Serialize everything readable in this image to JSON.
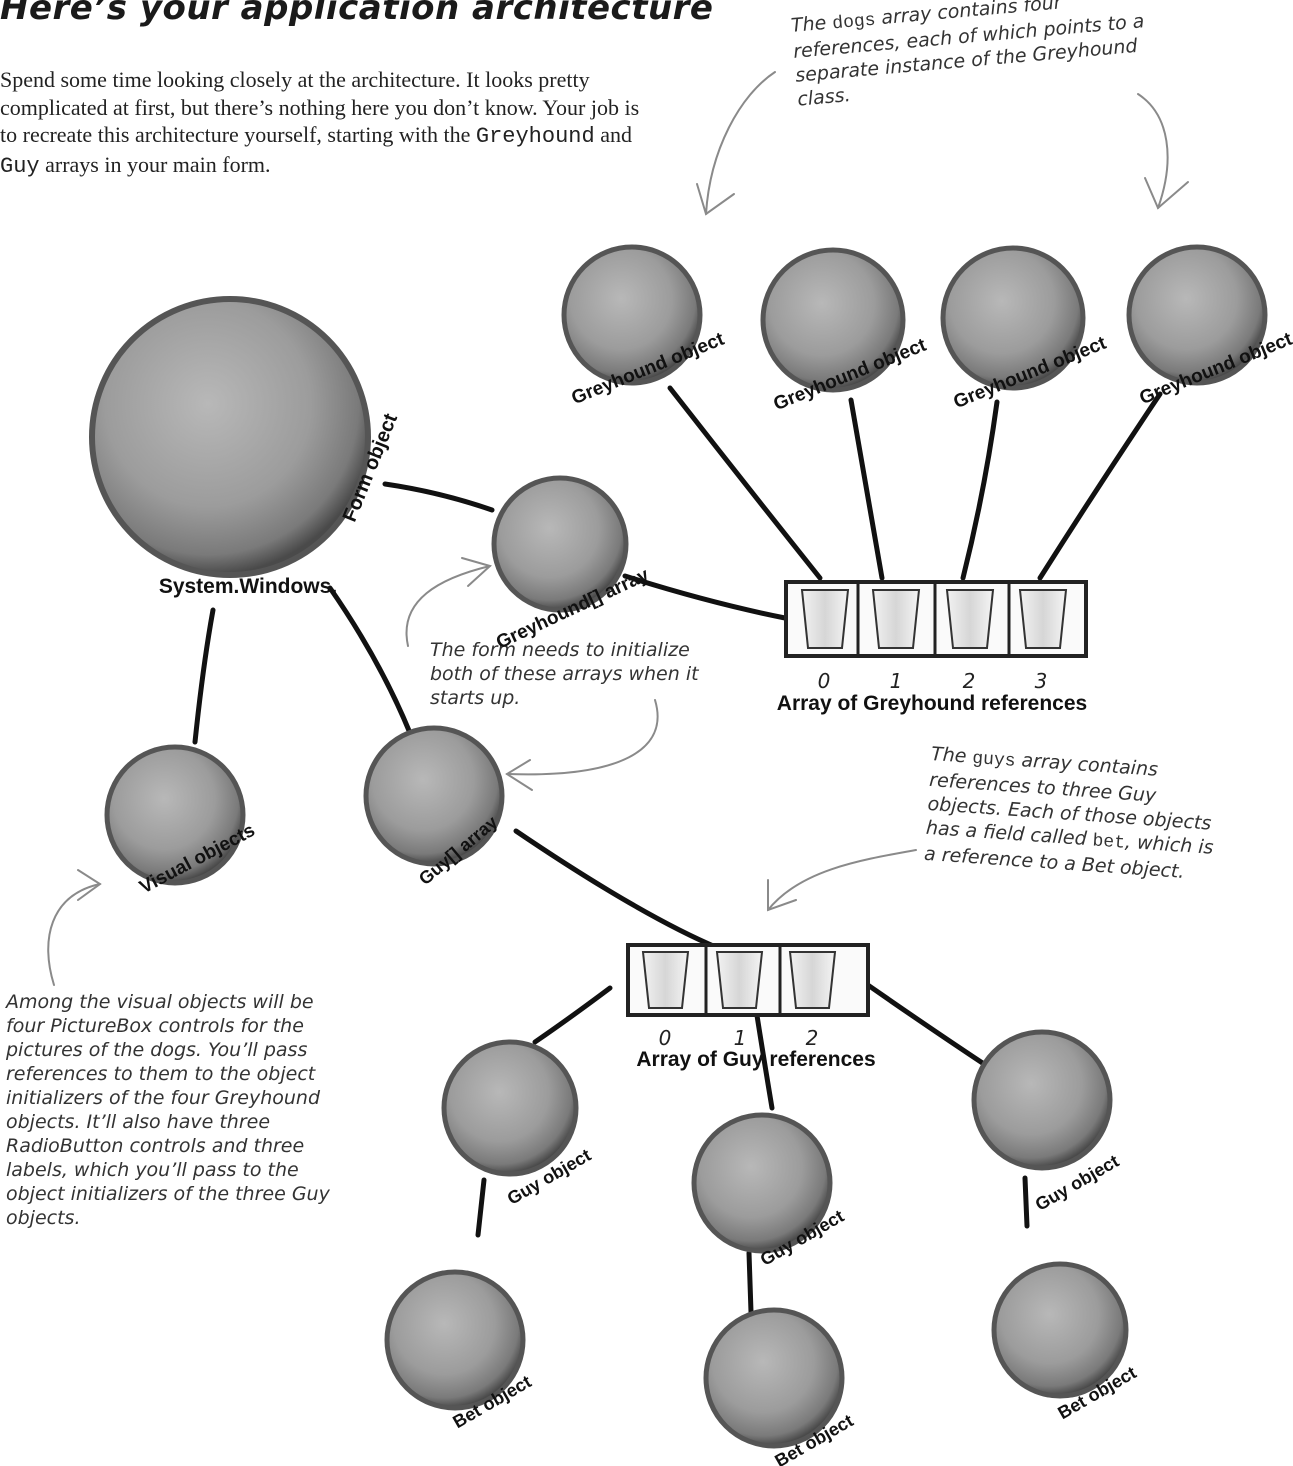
{
  "heading": "Here’s your application architecture",
  "intro": {
    "part1": "Spend some time looking closely at the architecture. It looks pretty complicated at first, but there’s nothing here you don’t know. Your job is to recreate this architecture yourself, starting with the ",
    "code1": "Greyhound",
    "part2": " and ",
    "code2": "Guy",
    "part3": " arrays in your main form."
  },
  "notes": {
    "dogs": {
      "pre": "The ",
      "code": "dogs",
      "post": " array contains four references, each of which points to a separate instance of the Greyhound class."
    },
    "form_init": "The form needs to initialize both of these arrays when it starts up.",
    "guys": {
      "pre": "The ",
      "code": "guys",
      "mid": " array contains references to three Guy objects. Each of those objects has a field called ",
      "code2": "bet",
      "post": ", which is a reference to a Bet object."
    },
    "visual": "Among the visual objects will be four PictureBox controls for the pictures of the dogs. You’ll pass references to them to the object initializers of the four Greyhound objects. It’ll also have three RadioButton controls and three labels, which you’ll pass to the object initializers of the three Guy objects."
  },
  "objects": {
    "form": "System.Windows.Form object",
    "visual": "Visual objects",
    "greyhound_array": "Greyhound[] array",
    "guy_array": "Guy[] array",
    "greyhound": [
      "Greyhound object",
      "Greyhound object",
      "Greyhound object",
      "Greyhound object"
    ],
    "guy": [
      "Guy object",
      "Guy object",
      "Guy object"
    ],
    "bet": [
      "Bet object",
      "Bet object",
      "Bet object"
    ]
  },
  "arrays": {
    "greyhound": {
      "label": "Array of Greyhound references",
      "indices": [
        "0",
        "1",
        "2",
        "3"
      ]
    },
    "guy": {
      "label": "Array of Guy references",
      "indices": [
        "0",
        "1",
        "2"
      ]
    }
  },
  "colors": {
    "bubble": "#9a9a9a",
    "bubble_edge": "#4a4a4a",
    "line": "#111111",
    "annotation_arrow": "#888888"
  }
}
